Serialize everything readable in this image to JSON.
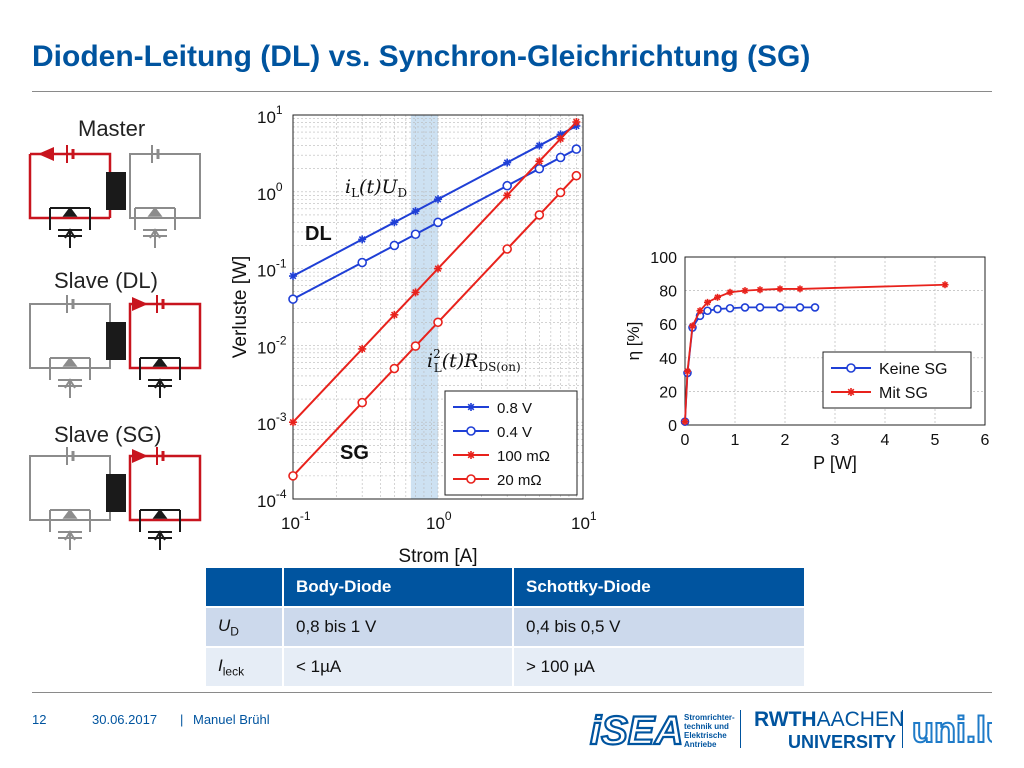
{
  "slide": {
    "title": "Dioden-Leitung (DL) vs. Synchron-Gleichrichtung (SG)",
    "page_number": "12",
    "date": "30.06.2017",
    "separator": "|",
    "author": "Manuel Brühl"
  },
  "circuits": {
    "master_label": "Master",
    "slave_dl_label": "Slave (DL)",
    "slave_sg_label": "Slave (SG)"
  },
  "colors": {
    "title": "#00549f",
    "dl": "#1f3fd6",
    "sg": "#e8221c",
    "circuit_active": "#c8141e",
    "circuit_inactive": "#8c8c8c",
    "band": "#bcd7ee"
  },
  "chart_data": [
    {
      "type": "line",
      "xscale": "log",
      "yscale": "log",
      "xlabel": "Strom [A]",
      "ylabel": "Verluste [W]",
      "xlim": [
        0.1,
        10
      ],
      "ylim": [
        0.0001,
        10
      ],
      "x_ticks": [
        {
          "m": "10",
          "e": "-1"
        },
        {
          "m": "10",
          "e": "0"
        },
        {
          "m": "10",
          "e": "1"
        }
      ],
      "y_ticks": [
        {
          "m": "10",
          "e": "-4"
        },
        {
          "m": "10",
          "e": "-3"
        },
        {
          "m": "10",
          "e": "-2"
        },
        {
          "m": "10",
          "e": "-1"
        },
        {
          "m": "10",
          "e": "0"
        },
        {
          "m": "10",
          "e": "1"
        }
      ],
      "grid": true,
      "shaded_band_x": [
        0.65,
        1.0
      ],
      "legend": {
        "position": "bottom-right"
      },
      "series": [
        {
          "name": "0.8 V",
          "color": "#1f3fd6",
          "marker": "star",
          "x": [
            0.1,
            0.3,
            0.5,
            0.7,
            1,
            3,
            5,
            7,
            9
          ],
          "y": [
            0.08,
            0.24,
            0.4,
            0.56,
            0.8,
            2.4,
            4,
            5.6,
            7.2
          ]
        },
        {
          "name": "0.4 V",
          "color": "#1f3fd6",
          "marker": "circle",
          "x": [
            0.1,
            0.3,
            0.5,
            0.7,
            1,
            3,
            5,
            7,
            9
          ],
          "y": [
            0.04,
            0.12,
            0.2,
            0.28,
            0.4,
            1.2,
            2,
            2.8,
            3.6
          ]
        },
        {
          "name": "100 mΩ",
          "color": "#e8221c",
          "marker": "star",
          "x": [
            0.1,
            0.3,
            0.5,
            0.7,
            1,
            3,
            5,
            7,
            9
          ],
          "y": [
            0.001,
            0.009,
            0.025,
            0.049,
            0.1,
            0.9,
            2.5,
            4.9,
            8.1
          ]
        },
        {
          "name": "20 mΩ",
          "color": "#e8221c",
          "marker": "circle",
          "x": [
            0.1,
            0.3,
            0.5,
            0.7,
            1,
            3,
            5,
            7,
            9
          ],
          "y": [
            0.0002,
            0.0018,
            0.005,
            0.0098,
            0.02,
            0.18,
            0.5,
            0.98,
            1.62
          ]
        }
      ],
      "annotations": {
        "dl": "DL",
        "sg": "SG",
        "formula_dl": {
          "i": "i",
          "i_sub": "L",
          "mid": "(t)U",
          "u_sub": "D"
        },
        "formula_sg": {
          "i": "i",
          "i_sup": "2",
          "i_sub": "L",
          "mid": "(t)R",
          "r_sub": "DS(on)"
        }
      }
    },
    {
      "type": "line",
      "xlabel": "P [W]",
      "ylabel": "η [%]",
      "xlim": [
        0,
        6
      ],
      "ylim": [
        0,
        100
      ],
      "x_ticks": [
        "0",
        "1",
        "2",
        "3",
        "4",
        "5",
        "6"
      ],
      "y_ticks": [
        "0",
        "20",
        "40",
        "60",
        "80",
        "100"
      ],
      "grid": true,
      "legend": {
        "position": "bottom-right"
      },
      "series": [
        {
          "name": "Keine SG",
          "color": "#1f3fd6",
          "marker": "circle",
          "x": [
            0.0,
            0.05,
            0.15,
            0.3,
            0.45,
            0.65,
            0.9,
            1.2,
            1.5,
            1.9,
            2.3,
            2.6
          ],
          "y": [
            2,
            31,
            58,
            65,
            68,
            69,
            69.5,
            70,
            70,
            70,
            70,
            70
          ]
        },
        {
          "name": "Mit SG",
          "color": "#e8221c",
          "marker": "star",
          "x": [
            0.0,
            0.05,
            0.15,
            0.3,
            0.45,
            0.65,
            0.9,
            1.2,
            1.5,
            1.9,
            2.3,
            5.2
          ],
          "y": [
            2,
            32,
            59,
            68,
            73,
            76,
            79,
            80,
            80.5,
            81,
            81,
            83.5
          ]
        }
      ]
    }
  ],
  "table": {
    "headers": [
      "",
      "Body-Diode",
      "Schottky-Diode"
    ],
    "rows": [
      {
        "sym": "U",
        "sub": "D",
        "values": [
          "0,8 bis 1 V",
          "0,4 bis 0,5 V"
        ]
      },
      {
        "sym": "I",
        "sub": "leck",
        "values": [
          "< 1µA",
          "> 100 µA"
        ]
      }
    ]
  },
  "logos": {
    "isea_text": "iSEA",
    "isea_caption": [
      "Stromrichter-",
      "technik und",
      "Elektrische",
      "Antriebe"
    ],
    "rwth_line1_bold": "RWTH",
    "rwth_line1_rest": "AACHEN",
    "rwth_line2": "UNIVERSITY",
    "third": "uni.lu"
  }
}
